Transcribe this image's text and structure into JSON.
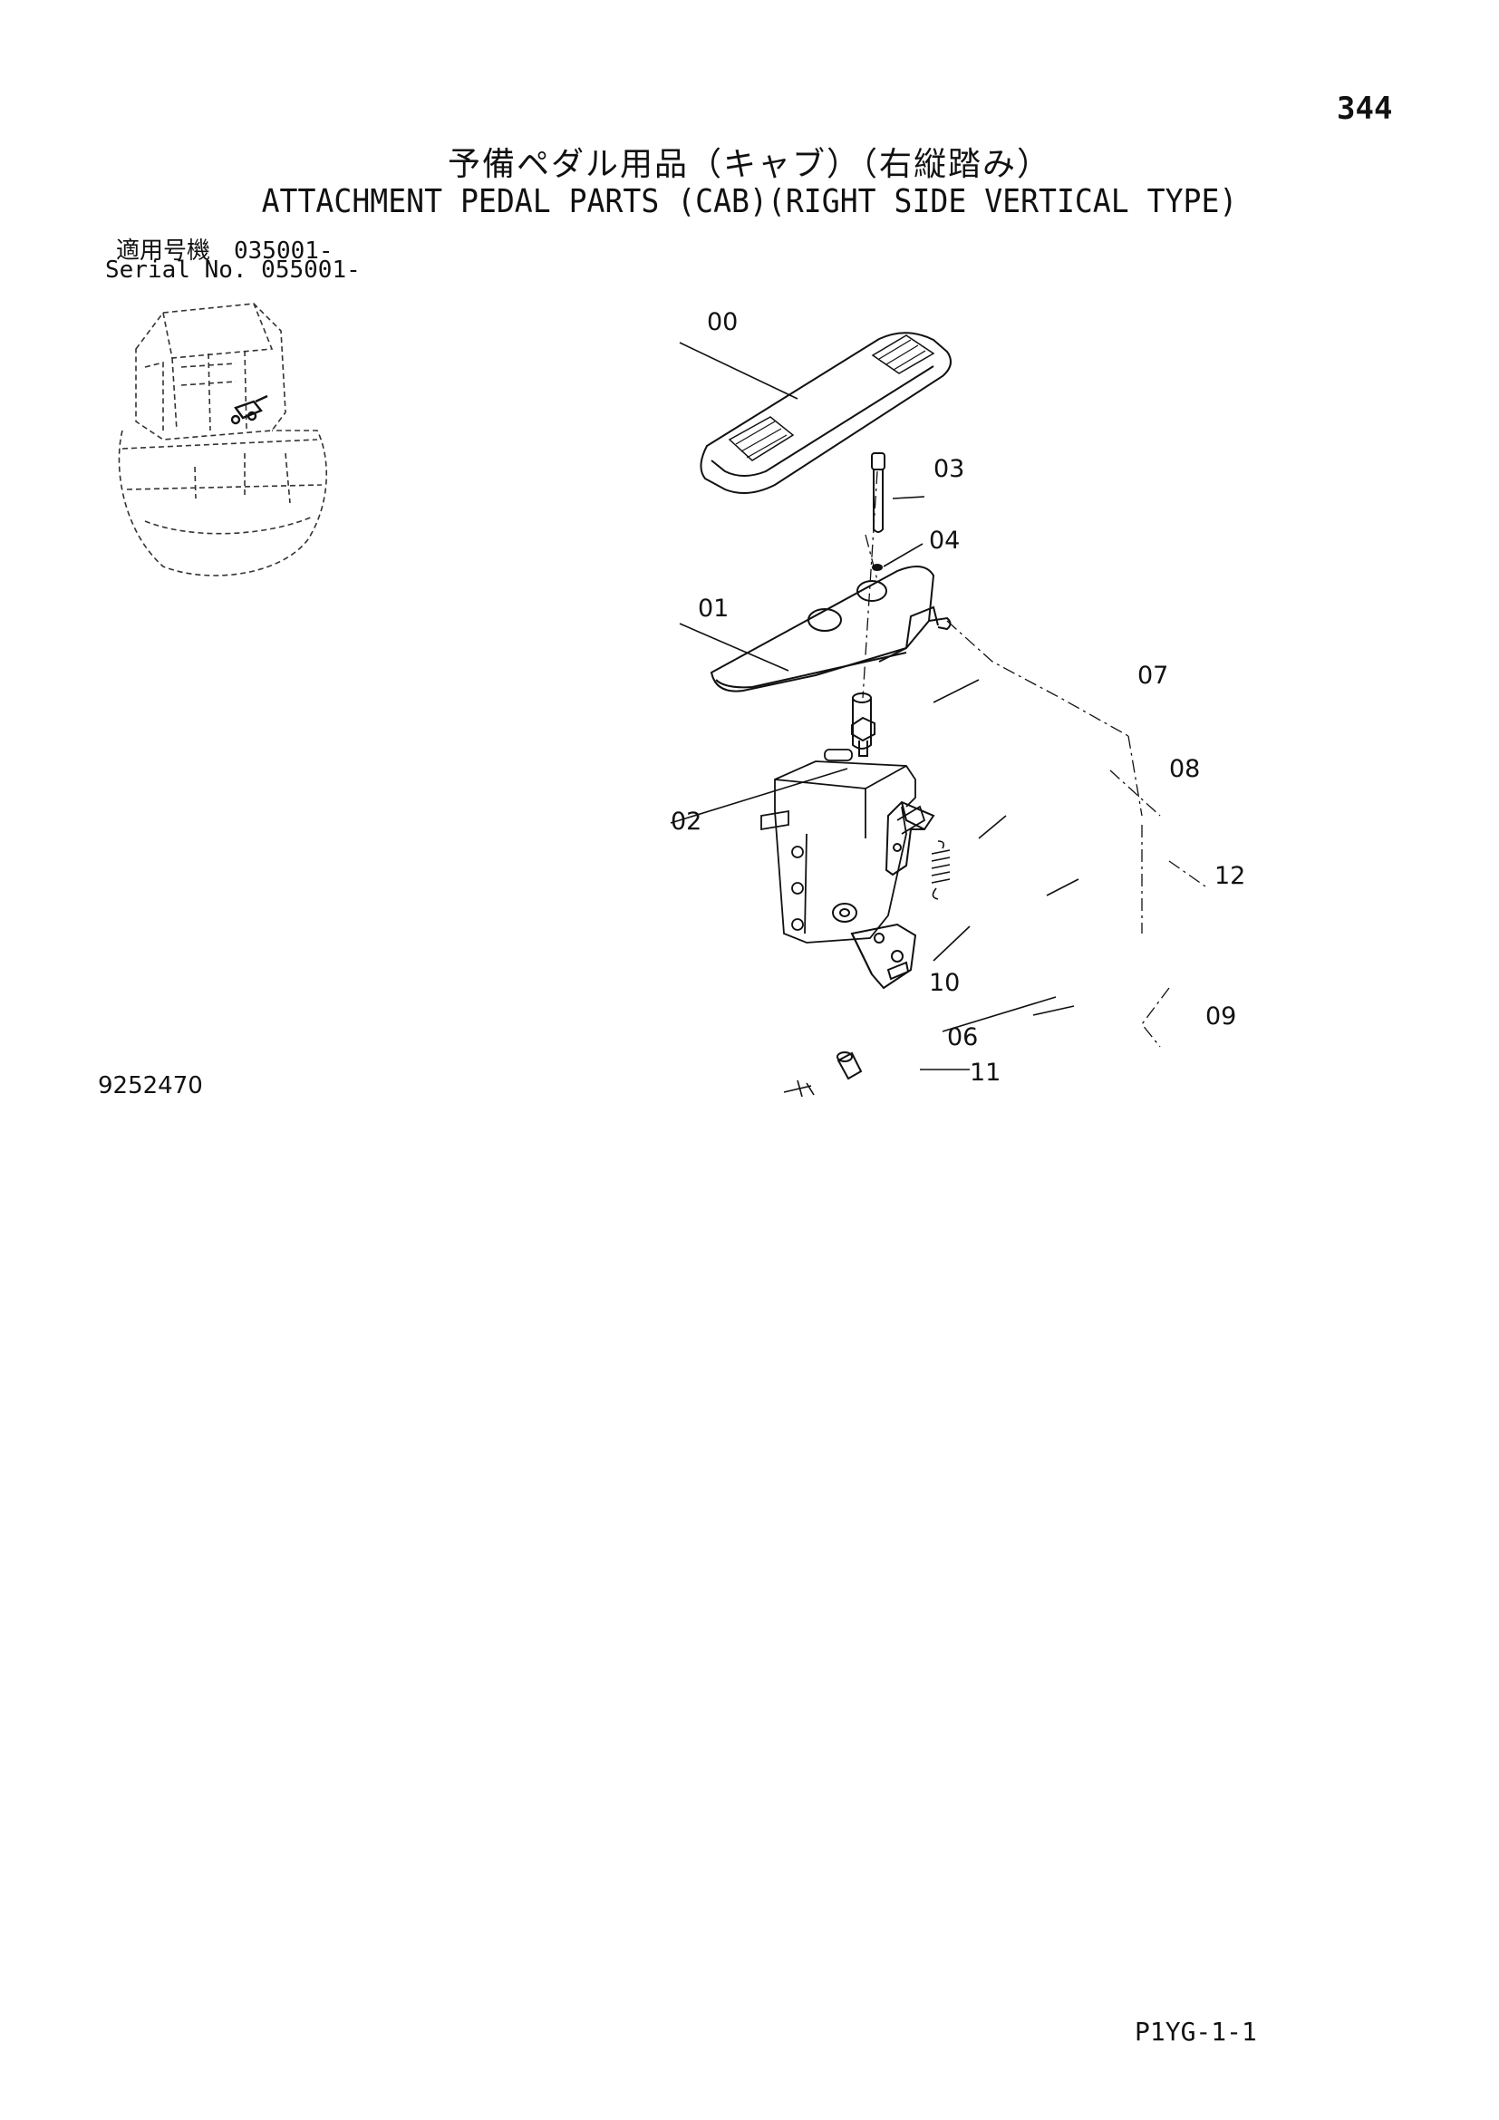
{
  "page_number": "344",
  "title_ja": "予備ペダル用品（キャブ）（右縦踏み）",
  "title_en": "ATTACHMENT PEDAL PARTS (CAB)(RIGHT SIDE VERTICAL TYPE)",
  "serial_ja": "適用号機　035001-",
  "serial_en": "Serial No. 055001-",
  "figure_number": "9252470",
  "page_code": "P1YG-1-1",
  "part_callouts": [
    "00",
    "03",
    "04",
    "01",
    "07",
    "08",
    "02",
    "12",
    "10",
    "09",
    "06",
    "11"
  ]
}
